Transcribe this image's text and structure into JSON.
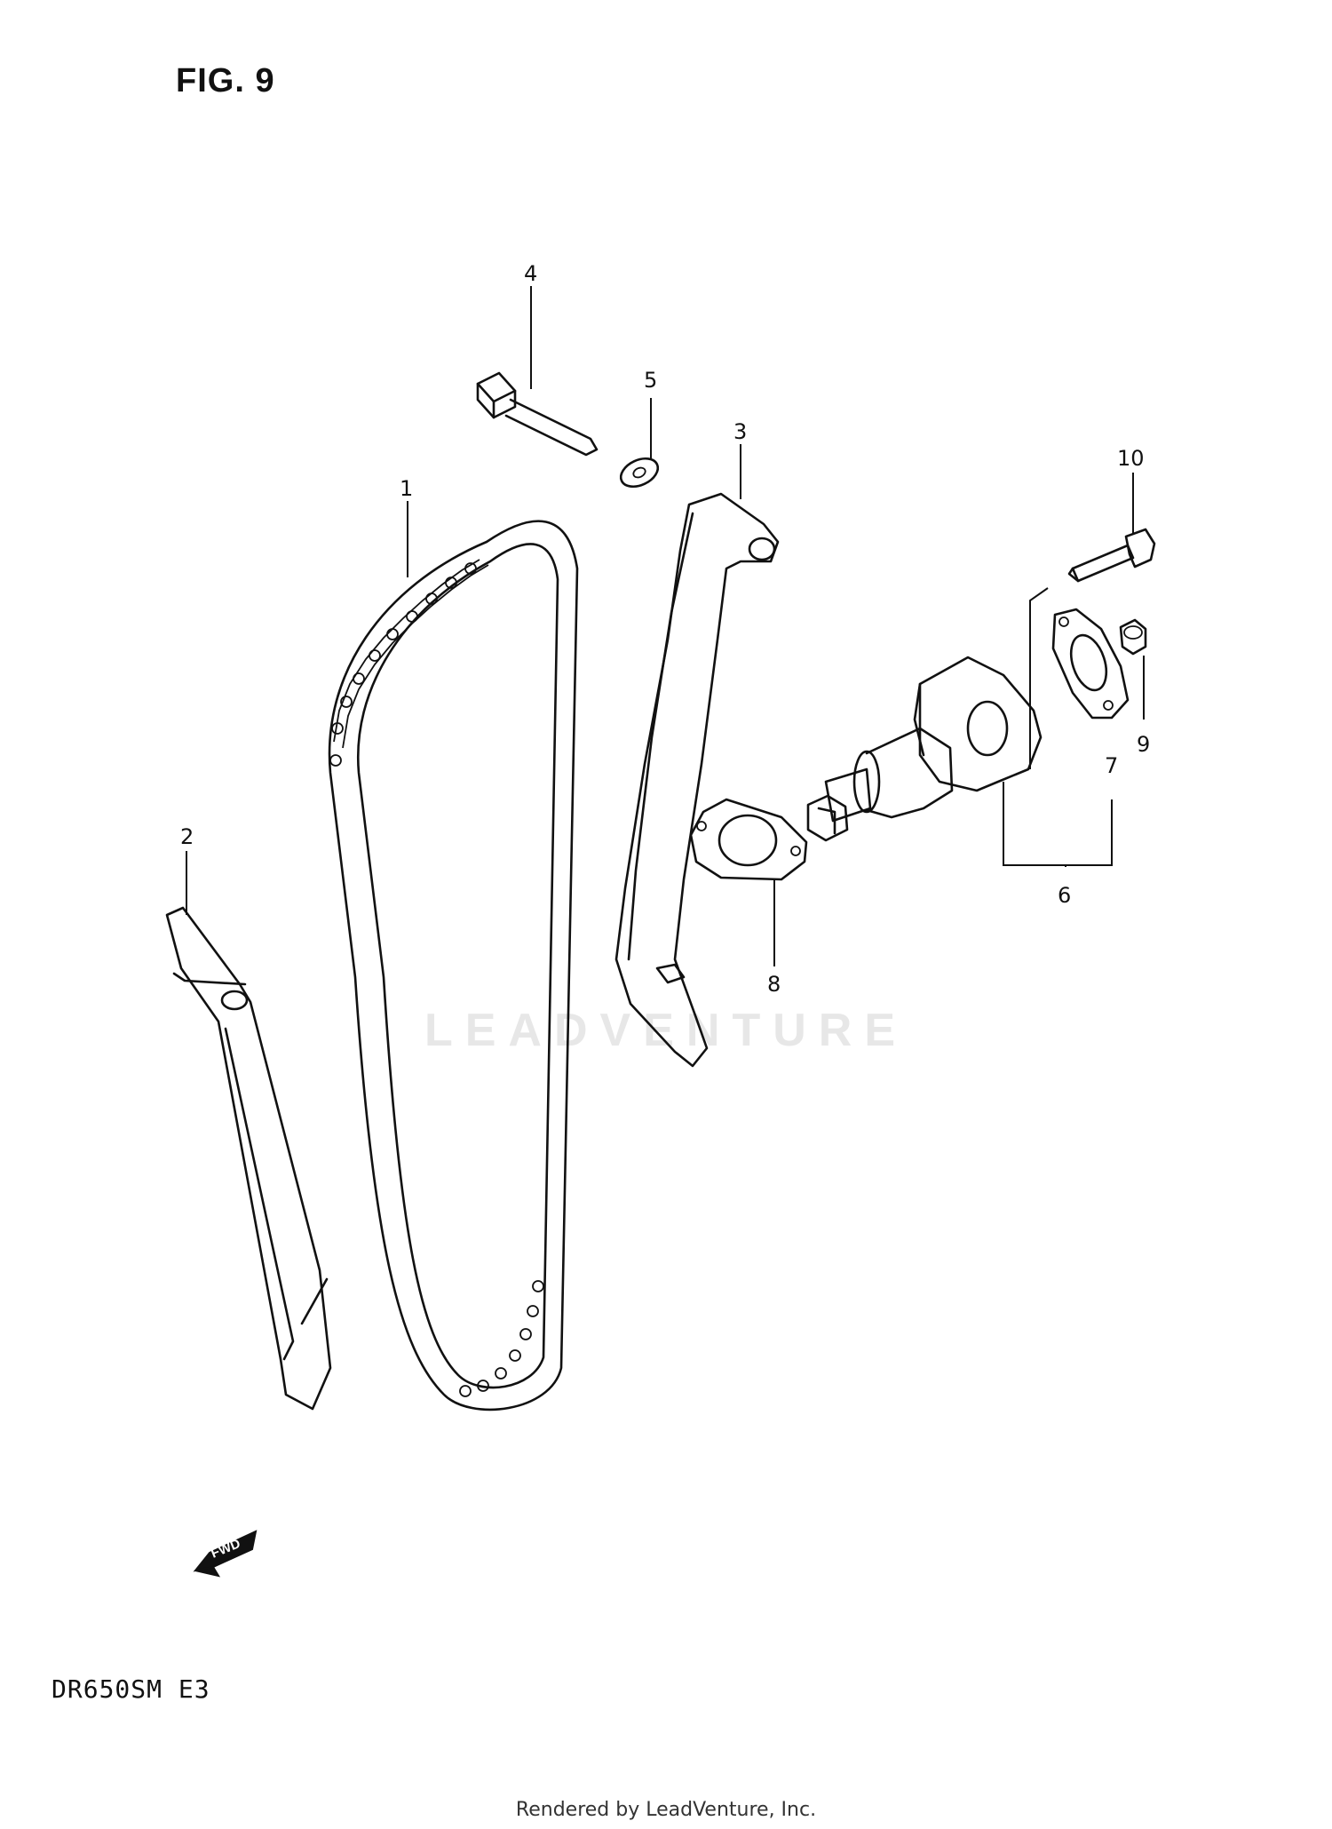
{
  "figure": {
    "title": "FIG. 9"
  },
  "model": "DR650SM  E3",
  "watermark": "LEADVENTURE",
  "footer": "Rendered by LeadVenture, Inc.",
  "fwd_label": "FWD",
  "callouts": [
    "1",
    "2",
    "3",
    "4",
    "5",
    "6",
    "7",
    "8",
    "9",
    "10"
  ]
}
